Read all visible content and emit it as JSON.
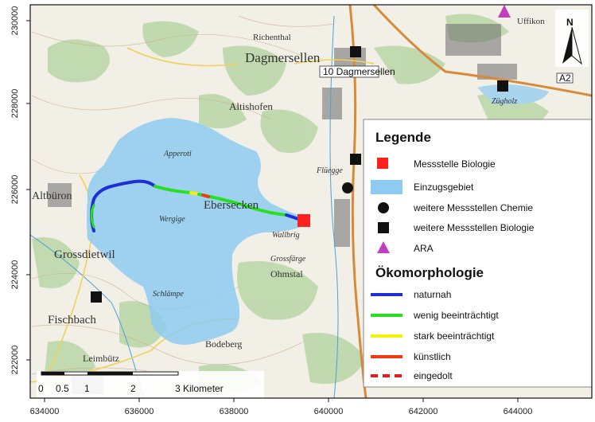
{
  "map": {
    "x_ticks": [
      "634000",
      "636000",
      "638000",
      "640000",
      "642000",
      "644000"
    ],
    "y_ticks": [
      "230000",
      "228000",
      "226000",
      "224000",
      "222000"
    ],
    "places": {
      "dagmersellen": "Dagmersellen",
      "altishofen": "Altishofen",
      "altburon": "Altbüron",
      "grossdietwil": "Grossdietwil",
      "fischbach": "Fischbach",
      "ebersecken": "Ebersecken",
      "richenthal": "Richenthal",
      "uffikon": "Uffikon",
      "ohmstal": "Ohmstal",
      "bodeberg": "Bodeberg",
      "leimbutz": "Leimbütz",
      "apperoti": "Apperoti",
      "wergige": "Wergige",
      "fluegge": "Flüegge",
      "wallbrig": "Wallbrig",
      "schlampe": "Schlämpe",
      "grossfarge": "Grossfärge",
      "zugholz": "Zügholz",
      "road_label": "10 Dagmersellen",
      "motorway": "A2"
    },
    "north_label": "N",
    "colors": {
      "catchment": "#8ecbf0",
      "naturnah": "#1f2fd6",
      "wenig": "#27e022",
      "stark": "#f3f300",
      "kuenstlich": "#ee3a12",
      "eingedolt": "#e81b1b",
      "messstelle_bio": "#ff2020",
      "ara": "#c13fbf",
      "road": "#d88a3a"
    }
  },
  "legend": {
    "title": "Legende",
    "items": [
      {
        "label": "Messstelle Biologie",
        "symbol": "red-square"
      },
      {
        "label": "Einzugsgebiet",
        "symbol": "blue-area"
      },
      {
        "label": "weitere Messstellen Chemie",
        "symbol": "black-circle"
      },
      {
        "label": "weitere Messstellen Biologie",
        "symbol": "black-square"
      },
      {
        "label": "ARA",
        "symbol": "magenta-triangle"
      }
    ],
    "section_title": "Ökomorphologie",
    "eco_items": [
      {
        "label": "naturnah",
        "color": "#1f2fd6"
      },
      {
        "label": "wenig beeinträchtigt",
        "color": "#27e022"
      },
      {
        "label": "stark beeinträchtigt",
        "color": "#f3f300"
      },
      {
        "label": "künstlich",
        "color": "#ee3a12"
      },
      {
        "label": "eingedolt",
        "color": "#e81b1b"
      }
    ]
  },
  "scalebar": {
    "labels": [
      "0",
      "0.5",
      "1",
      "2",
      "3 Kilometer"
    ]
  }
}
